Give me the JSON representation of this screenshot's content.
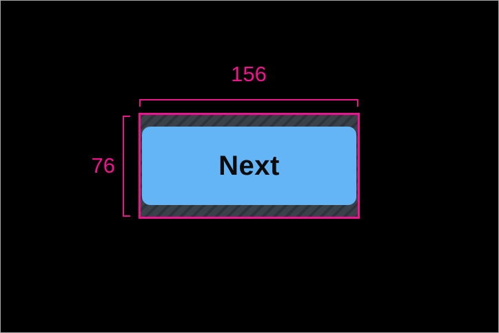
{
  "preview": {
    "background": "#000000",
    "frame_border_color": "#a9a9a9"
  },
  "button": {
    "label": "Next",
    "background": "#64b5f6",
    "text_color": "#0b0b0b"
  },
  "padding_hatch": {
    "background": "#3a4149",
    "stripe_color": "#2e343b"
  },
  "dimensions": {
    "accent_color": "#f1128f",
    "width_label": "156",
    "height_label": "76"
  }
}
